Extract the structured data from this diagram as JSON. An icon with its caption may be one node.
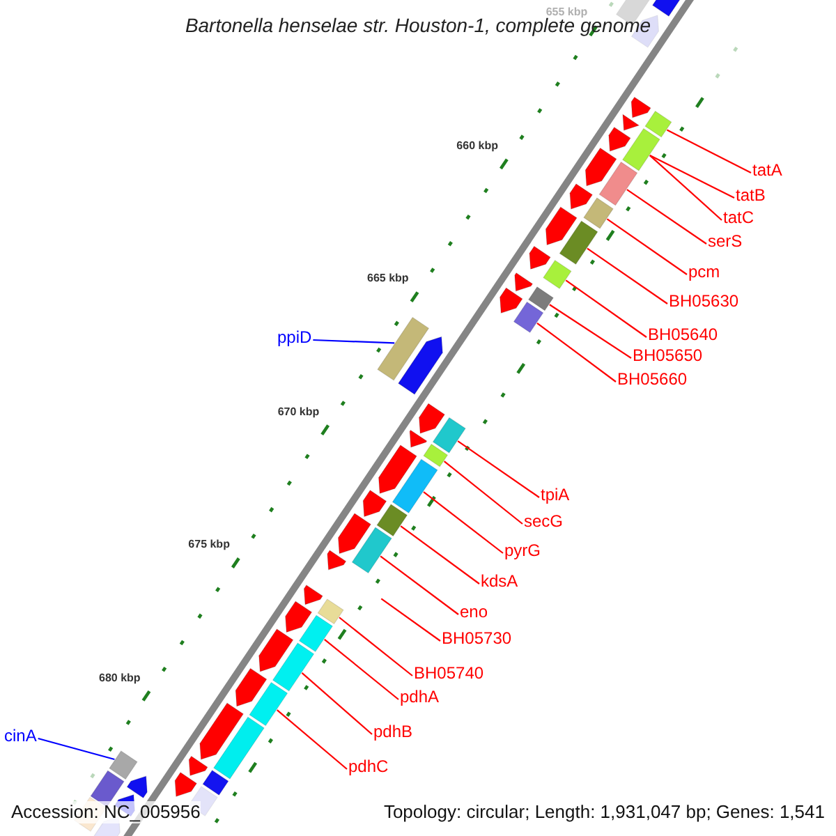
{
  "diagram": {
    "title": "Bartonella henselae str. Houston-1, complete genome",
    "nodes": [
      {
        "text": [
          "tatA"
        ]
      },
      {
        "text": [
          "tatB"
        ]
      },
      {
        "text": [
          "tatC"
        ]
      },
      {
        "text": [
          "serS"
        ]
      },
      {
        "text": [
          "pcm"
        ]
      },
      {
        "text": [
          "BH05630"
        ]
      },
      {
        "text": [
          "BH05640"
        ]
      },
      {
        "text": [
          "ppiD"
        ]
      },
      {
        "text": [
          "BH05650"
        ]
      },
      {
        "text": [
          "BH05660"
        ]
      },
      {
        "text": [
          "tpiA"
        ]
      },
      {
        "text": [
          "secG"
        ]
      },
      {
        "text": [
          "pyrG"
        ]
      },
      {
        "text": [
          "kdsA"
        ]
      },
      {
        "text": [
          "eno"
        ]
      },
      {
        "text": [
          "BH05730"
        ]
      },
      {
        "text": [
          "BH05740"
        ]
      },
      {
        "text": [
          "pdhA"
        ]
      },
      {
        "text": [
          "pdhB"
        ]
      },
      {
        "text": [
          "cinA"
        ]
      },
      {
        "text": [
          "pdhC"
        ]
      },
      {
        "text": [],
        "shape": "box"
      },
      {
        "text": [],
        "shape": "box"
      },
      {
        "text": [],
        "shape": "box"
      },
      {
        "text": [],
        "shape": "box"
      },
      {
        "text": [],
        "shape": "box"
      },
      {
        "text": [],
        "shape": "box"
      },
      {
        "text": [],
        "shape": "box"
      },
      {
        "text": [],
        "shape": "box"
      },
      {
        "text": [],
        "shape": "box"
      },
      {
        "text": [],
        "shape": "box"
      },
      {
        "text": [],
        "shape": "box"
      },
      {
        "text": [],
        "shape": "box"
      },
      {
        "text": [],
        "shape": "box"
      },
      {
        "text": [],
        "shape": "box"
      },
      {
        "text": [],
        "shape": "box"
      },
      {
        "text": [],
        "shape": "box"
      },
      {
        "text": [],
        "shape": "box"
      },
      {
        "text": [],
        "shape": "box"
      },
      {
        "text": [],
        "shape": "box"
      }
    ],
    "edges": [
      {
        "from": 0,
        "to": 21,
        "arrow": "none"
      },
      {
        "from": 1,
        "to": 22,
        "arrow": "none"
      },
      {
        "from": 2,
        "to": 22,
        "arrow": "none"
      },
      {
        "from": 3,
        "to": 23,
        "arrow": "none"
      },
      {
        "from": 4,
        "to": 24,
        "arrow": "none"
      },
      {
        "from": 5,
        "to": 25,
        "arrow": "none"
      },
      {
        "from": 6,
        "to": 26,
        "arrow": "none"
      },
      {
        "from": 7,
        "to": 29,
        "arrow": "none",
        "color": "#0000ff"
      },
      {
        "from": 8,
        "to": 27,
        "arrow": "none"
      },
      {
        "from": 9,
        "to": 28,
        "arrow": "none"
      },
      {
        "from": 10,
        "to": 30,
        "arrow": "none"
      },
      {
        "from": 11,
        "to": 31,
        "arrow": "none"
      },
      {
        "from": 12,
        "to": 32,
        "arrow": "none"
      },
      {
        "from": 13,
        "to": 33,
        "arrow": "none"
      },
      {
        "from": 14,
        "to": 34,
        "arrow": "none"
      },
      {
        "from": 15,
        "to": null,
        "arrow": "none"
      },
      {
        "from": 16,
        "to": 35,
        "arrow": "none"
      },
      {
        "from": 17,
        "to": 36,
        "arrow": "none"
      },
      {
        "from": 18,
        "to": 37,
        "arrow": "none"
      },
      {
        "from": 19,
        "to": 39,
        "arrow": "none",
        "color": "#0000ff"
      },
      {
        "from": 20,
        "to": 38,
        "arrow": "none"
      }
    ],
    "labels": [
      "655 kbp",
      "660 kbp",
      "665 kbp",
      "670 kbp",
      "675 kbp",
      "680 kbp",
      "Accession: NC_005956",
      "Topology: circular; Length: 1,931,047 bp; Genes: 1,541"
    ]
  }
}
